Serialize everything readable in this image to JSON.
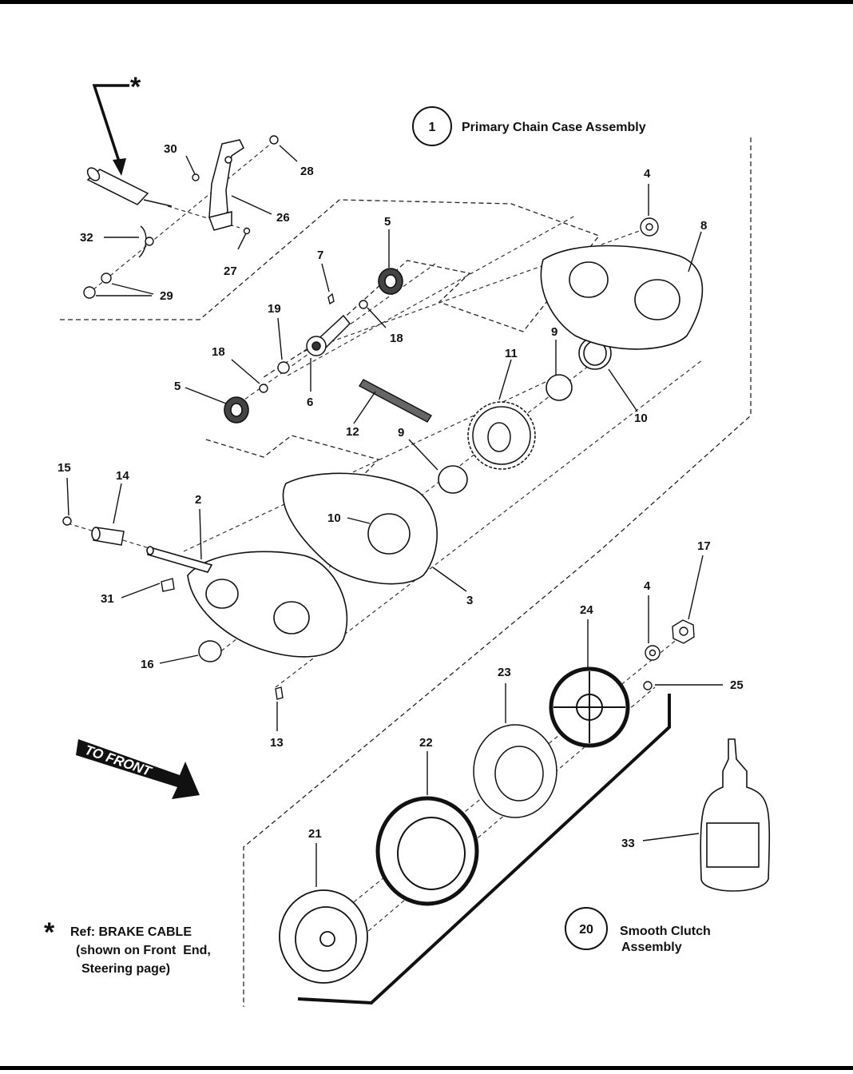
{
  "assemblies": {
    "primary": {
      "number": "1",
      "label": "Primary Chain Case Assembly"
    },
    "clutch": {
      "number": "20",
      "label_line1": "Smooth Clutch",
      "label_line2": "Assembly"
    }
  },
  "direction_arrow": {
    "label": "TO FRONT"
  },
  "reference_note": {
    "symbol": "*",
    "line1": "Ref: BRAKE CABLE",
    "line2": "(shown on Front  End,",
    "line3": "Steering page)"
  },
  "callouts": {
    "c2": "2",
    "c3": "3",
    "c4a": "4",
    "c4b": "4",
    "c5a": "5",
    "c5b": "5",
    "c6": "6",
    "c7": "7",
    "c8": "8",
    "c9a": "9",
    "c9b": "9",
    "c10a": "10",
    "c10b": "10",
    "c11": "11",
    "c12": "12",
    "c13": "13",
    "c14": "14",
    "c15": "15",
    "c16": "16",
    "c17": "17",
    "c18a": "18",
    "c18b": "18",
    "c19": "19",
    "c21": "21",
    "c22": "22",
    "c23": "23",
    "c24": "24",
    "c25": "25",
    "c26": "26",
    "c27": "27",
    "c28": "28",
    "c29": "29",
    "c30": "30",
    "c31": "31",
    "c32": "32",
    "c33": "33"
  }
}
